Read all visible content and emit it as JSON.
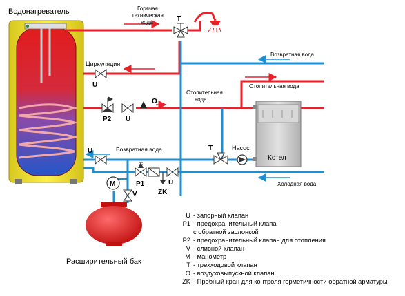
{
  "labels": {
    "heater": "Водонагреватель",
    "hot_water_1": "Горячая",
    "hot_water_2": "техническая",
    "hot_water_3": "вода",
    "circulation": "Циркуляция",
    "return_water_top": "Возвратная вода",
    "heating_water_1": "Отопительная",
    "heating_water_2": "вода",
    "heating_water_right": "Отопительная вода",
    "return_water_mid": "Возвратная вода",
    "cold_water": "Холодная вода",
    "pump": "Насос",
    "boiler": "Котел",
    "expansion_tank": "Расширительный бак"
  },
  "symbols": {
    "t_top": "T",
    "t_mid": "T",
    "u_circ": "U",
    "u_heat": "U",
    "u_return": "U",
    "u_cold": "U",
    "p2": "P2",
    "o": "O",
    "m": "M",
    "p1": "P1",
    "v": "V",
    "zk": "ZK"
  },
  "legend": [
    {
      "code": "U",
      "text": "- запорный клапан"
    },
    {
      "code": "P1",
      "text": "- предохранительный клапан",
      "sub": "с обратной заслонкой"
    },
    {
      "code": "P2",
      "text": "- предохранительный клапан для отопления"
    },
    {
      "code": "V",
      "text": "- сливной клапан"
    },
    {
      "code": "M",
      "text": "- манометр"
    },
    {
      "code": "T",
      "text": "- трехходовой клапан"
    },
    {
      "code": "O",
      "text": "- воздуховыпускной клапан"
    },
    {
      "code": "ZK",
      "text": "- Пробный кран для контроля герметичности обратной арматуры"
    }
  ],
  "colors": {
    "hot_pipe": "#e8222a",
    "cold_pipe": "#1e90d2",
    "tank_body": "#f6ea37",
    "tank_inner_top": "#e02020",
    "tank_inner_bottom": "#2255c8",
    "boiler_body": "#c9c9c9",
    "expansion_tank": "#e02020"
  }
}
